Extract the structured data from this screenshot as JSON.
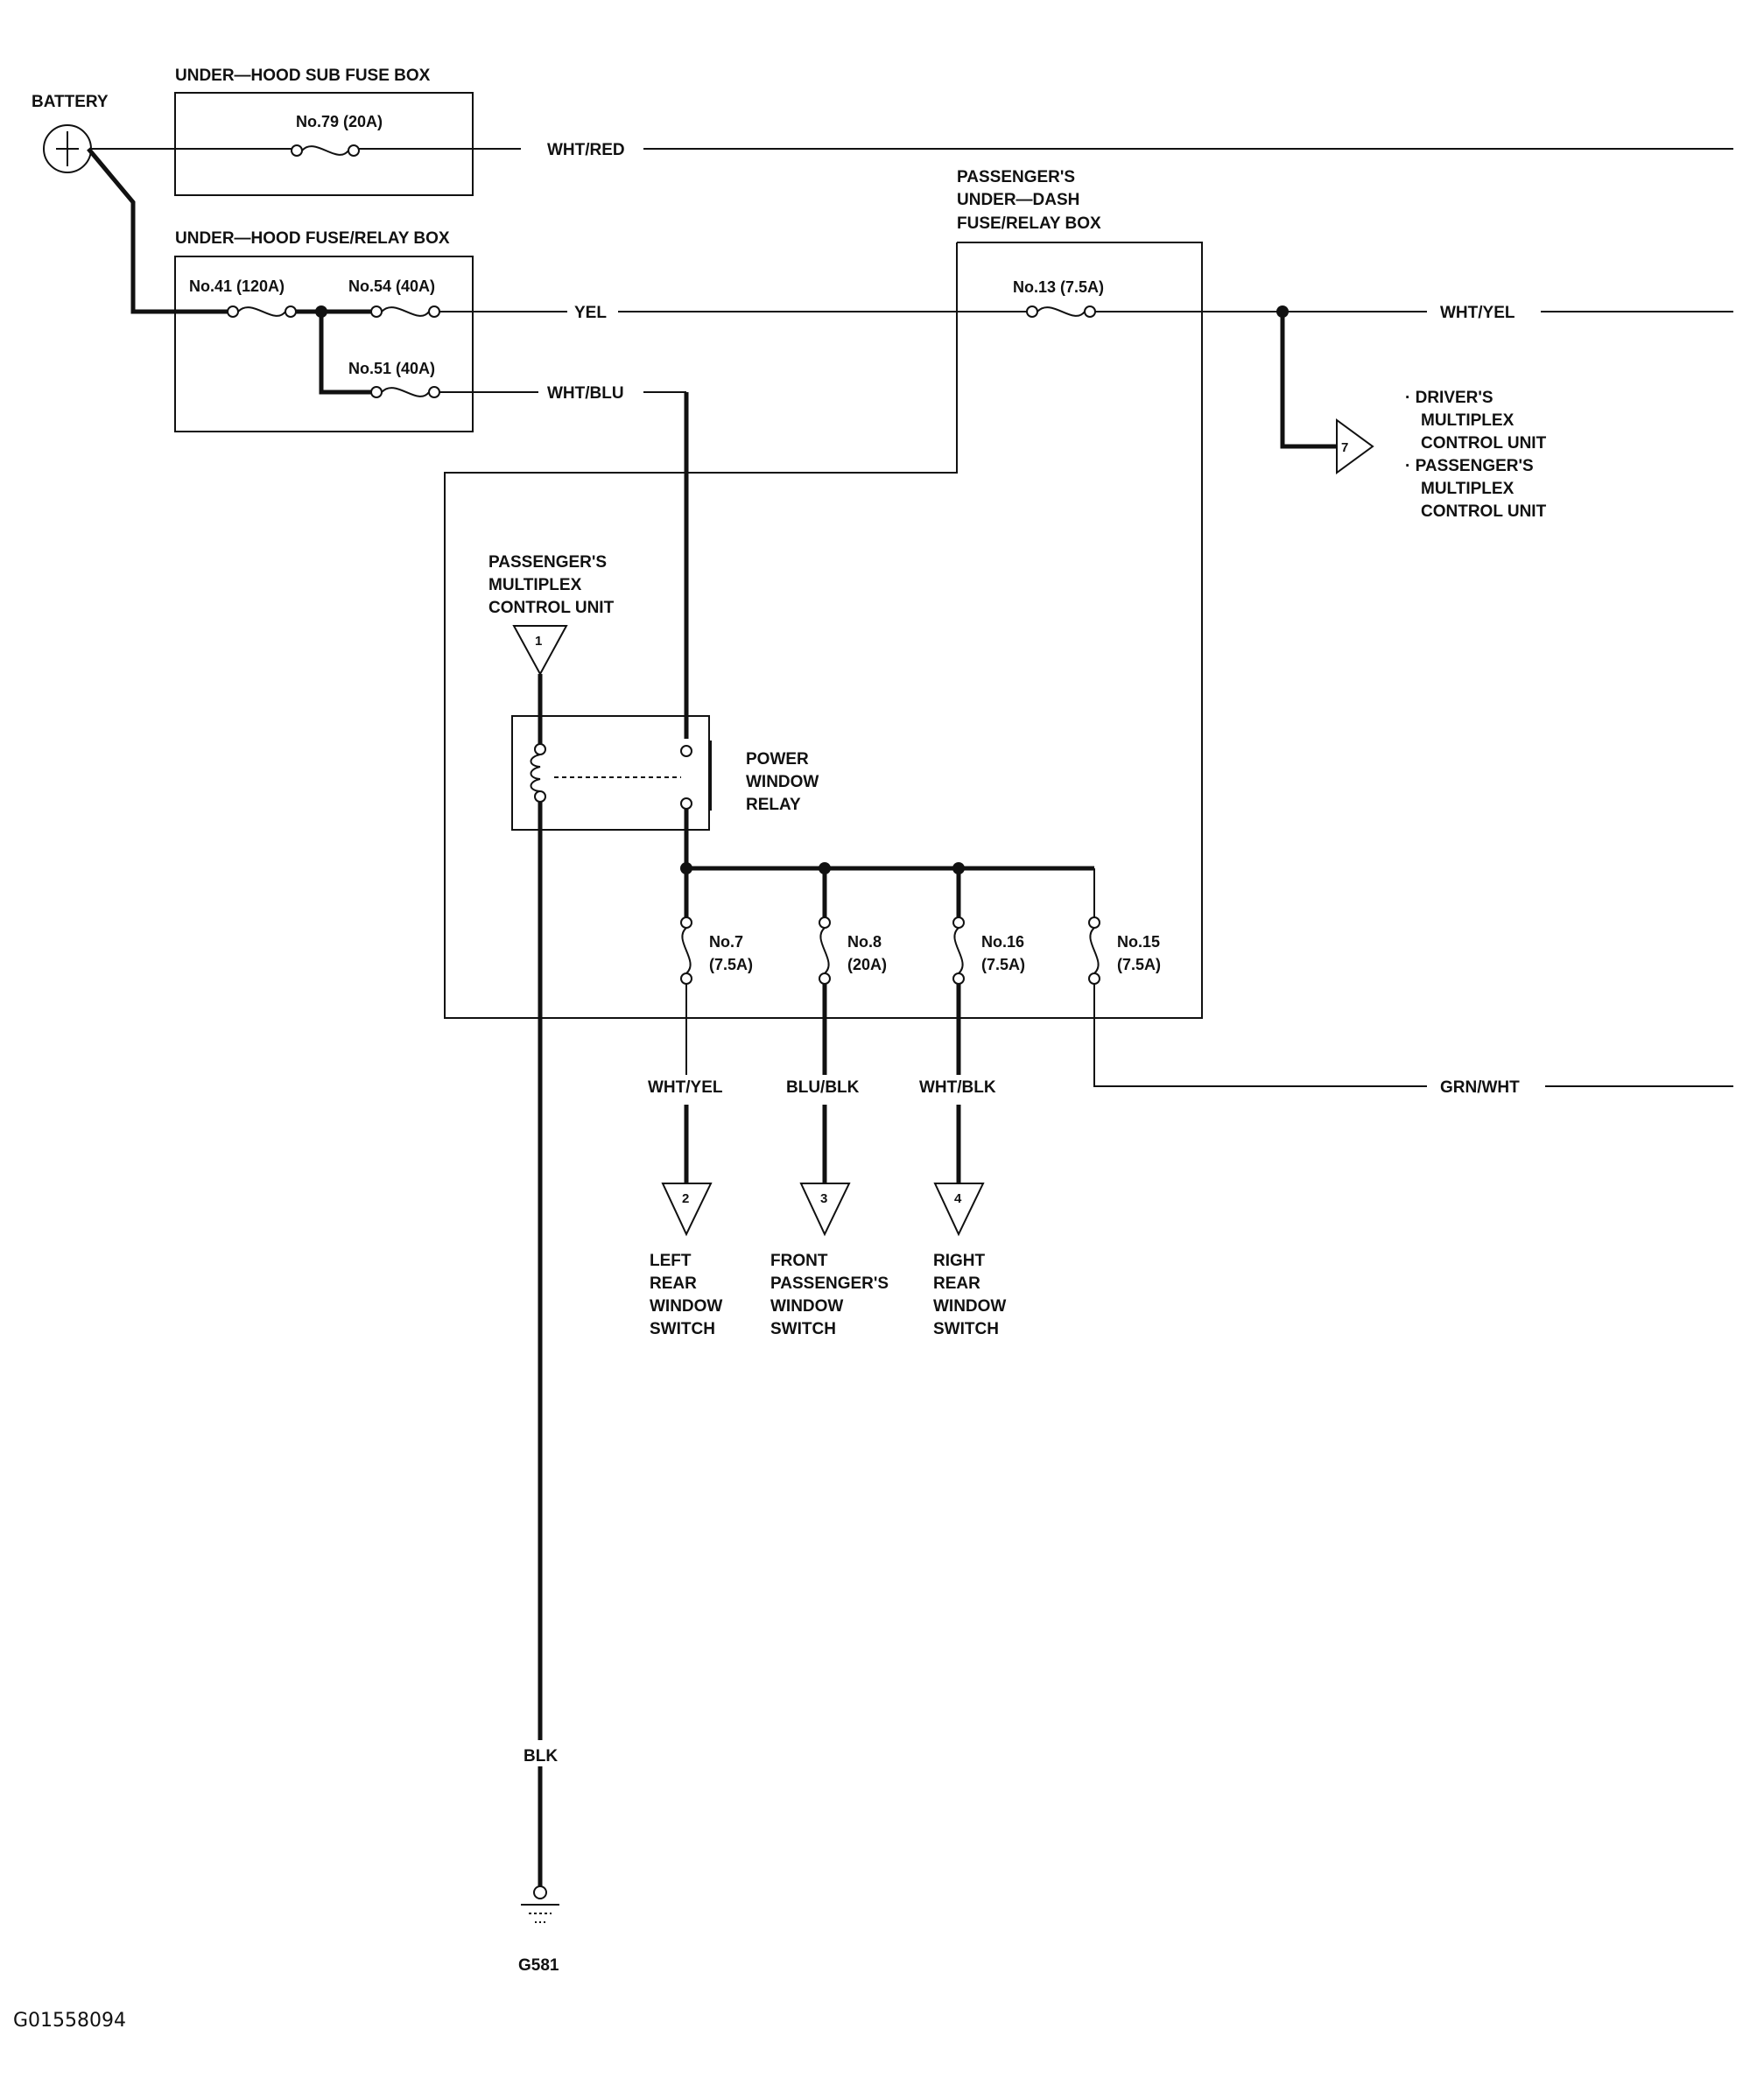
{
  "battery": {
    "label": "BATTERY"
  },
  "boxes": {
    "sub_fuse_box": "UNDER—HOOD SUB FUSE BOX",
    "fuse_relay_box": "UNDER—HOOD FUSE/RELAY BOX",
    "dash_box": [
      "PASSENGER'S",
      "UNDER—DASH",
      "FUSE/RELAY BOX"
    ]
  },
  "fuses": {
    "f79": "No.79 (20A)",
    "f41": "No.41 (120A)",
    "f54": "No.54 (40A)",
    "f51": "No.51 (40A)",
    "f13": "No.13 (7.5A)",
    "f7": [
      "No.7",
      "(7.5A)"
    ],
    "f8": [
      "No.8",
      "(20A)"
    ],
    "f16": [
      "No.16",
      "(7.5A)"
    ],
    "f15": [
      "No.15",
      "(7.5A)"
    ]
  },
  "wires": {
    "wht_red": "WHT/RED",
    "yel": "YEL",
    "wht_blu": "WHT/BLU",
    "wht_yel_top": "WHT/YEL",
    "wht_yel": "WHT/YEL",
    "blu_blk": "BLU/BLK",
    "wht_blk": "WHT/BLK",
    "grn_wht": "GRN/WHT",
    "blk": "BLK"
  },
  "connectors": {
    "c1": "1",
    "c2": "2",
    "c3": "3",
    "c4": "4",
    "c7": "7"
  },
  "components": {
    "pass_mcu": [
      "PASSENGER'S",
      "MULTIPLEX",
      "CONTROL UNIT"
    ],
    "relay": [
      "POWER",
      "WINDOW",
      "RELAY"
    ],
    "mcu_list": [
      "· DRIVER'S",
      "MULTIPLEX",
      "CONTROL UNIT",
      "· PASSENGER'S",
      "MULTIPLEX",
      "CONTROL UNIT"
    ],
    "left_rear": [
      "LEFT",
      "REAR",
      "WINDOW",
      "SWITCH"
    ],
    "front_pass": [
      "FRONT",
      "PASSENGER'S",
      "WINDOW",
      "SWITCH"
    ],
    "right_rear": [
      "RIGHT",
      "REAR",
      "WINDOW",
      "SWITCH"
    ]
  },
  "ground": {
    "label": "G581"
  },
  "image_id": "G01558094"
}
